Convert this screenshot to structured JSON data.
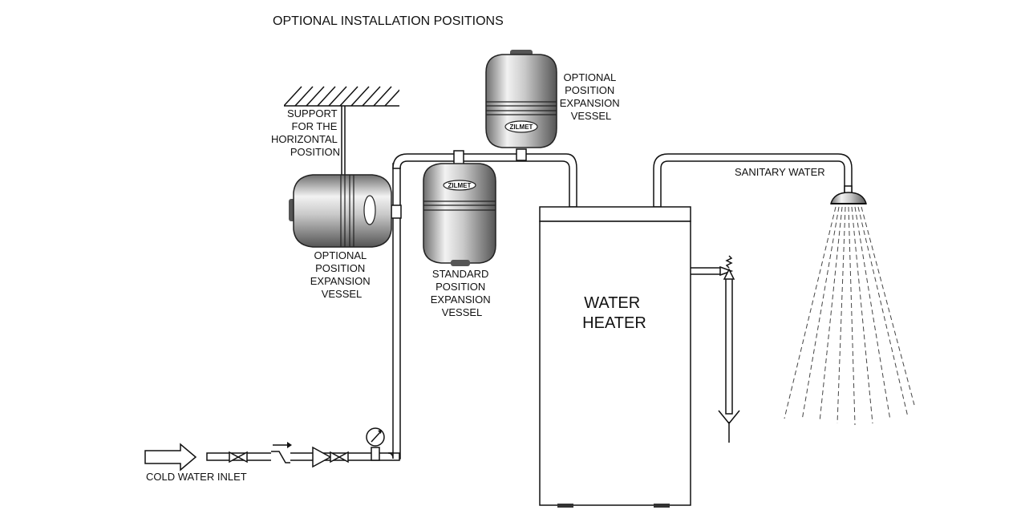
{
  "title": "OPTIONAL INSTALLATION POSITIONS",
  "labels": {
    "support": [
      "SUPPORT",
      "FOR THE",
      "HORIZONTAL",
      "POSITION"
    ],
    "optional_side": [
      "OPTIONAL",
      "POSITION",
      "EXPANSION",
      "VESSEL"
    ],
    "optional_top": [
      "OPTIONAL",
      "POSITION",
      "EXPANSION",
      "VESSEL"
    ],
    "standard": [
      "STANDARD",
      "POSITION",
      "EXPANSION",
      "VESSEL"
    ],
    "water_heater": [
      "WATER",
      "HEATER"
    ],
    "sanitary_water": "SANITARY WATER",
    "cold_water_inlet": "COLD WATER INLET",
    "vessel_brand": "ZILMET"
  },
  "icons": [
    "cold-inlet-arrow-icon",
    "valve-icon",
    "check-valve-icon",
    "pressure-gauge-icon",
    "safety-valve-icon",
    "drain-funnel-icon",
    "shower-head-icon"
  ]
}
